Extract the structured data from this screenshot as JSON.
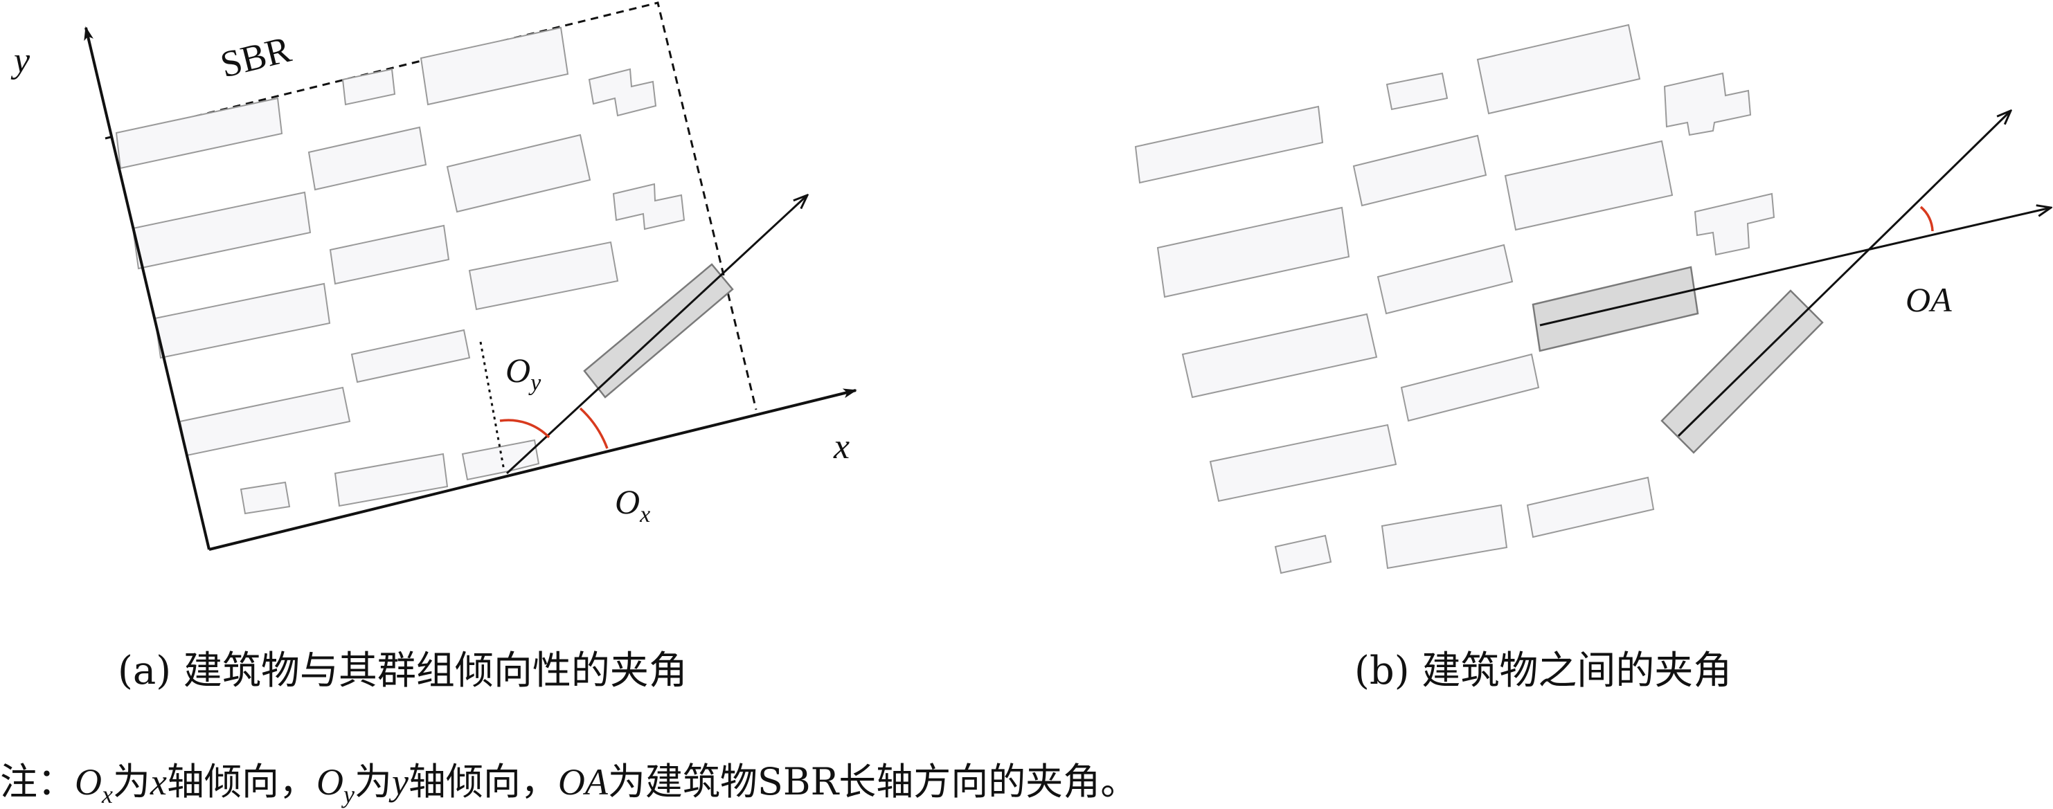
{
  "panel_a": {
    "sbr_label": "SBR",
    "y_label": "y",
    "x_label": "x",
    "oy_main": "O",
    "oy_sub": "y",
    "ox_main": "O",
    "ox_sub": "x",
    "caption": "(a) 建筑物与其群组倾向性的夹角"
  },
  "panel_b": {
    "oa_label": "OA",
    "caption": "(b) 建筑物之间的夹角"
  },
  "note": {
    "prefix": "注：",
    "p1_main": "O",
    "p1_sub": "x",
    "p1_text": "为",
    "p1_axis": "x",
    "p1_rest": "轴倾向，",
    "p2_main": "O",
    "p2_sub": "y",
    "p2_text": "为",
    "p2_axis": "y",
    "p2_rest": "轴倾向，",
    "p3_main": "OA",
    "p3_rest": "为建筑物SBR长轴方向的夹角。"
  },
  "colors": {
    "angle_arc": "#d83a1e",
    "building_fill": "#f7f7f9",
    "building_stroke": "#9a9a9a",
    "target_fill": "#d9d9d9"
  }
}
